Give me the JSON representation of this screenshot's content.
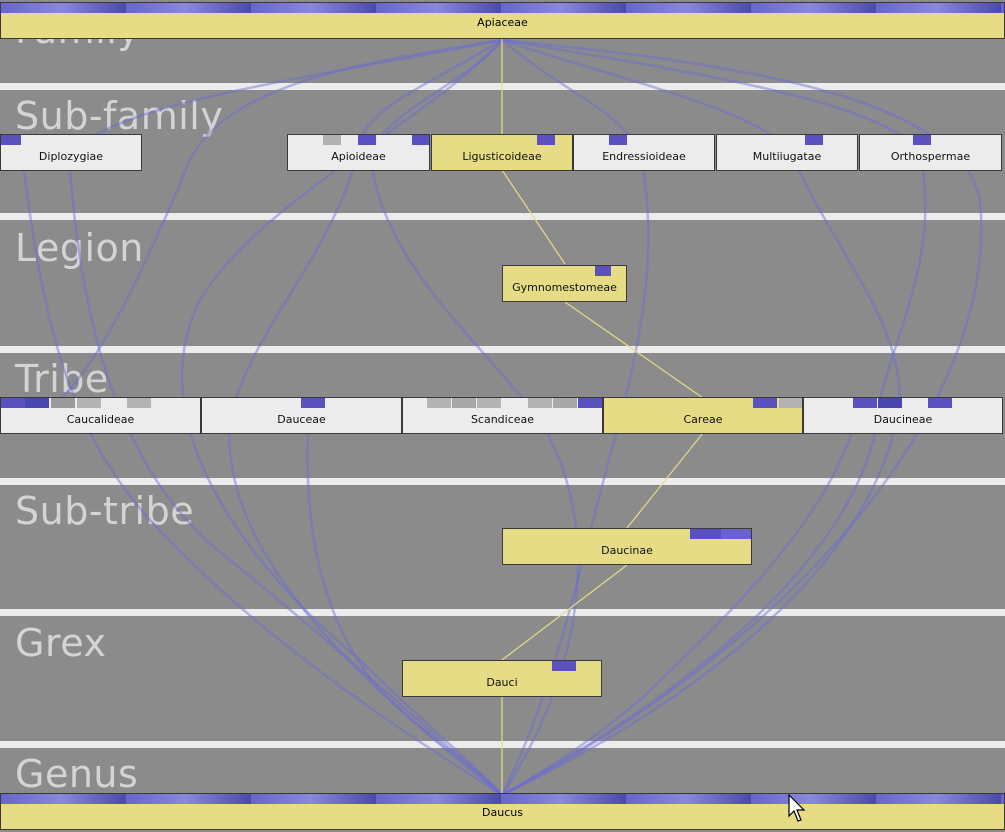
{
  "bands": [
    {
      "id": "family",
      "label": "Family"
    },
    {
      "id": "subfamily",
      "label": "Sub-family"
    },
    {
      "id": "legion",
      "label": "Legion"
    },
    {
      "id": "tribe",
      "label": "Tribe"
    },
    {
      "id": "subtribe",
      "label": "Sub-tribe"
    },
    {
      "id": "grex",
      "label": "Grex"
    },
    {
      "id": "genus",
      "label": "Genus"
    }
  ],
  "top_bar": {
    "label": "Apiaceae"
  },
  "bottom_bar": {
    "label": "Daucus"
  },
  "subfamily_nodes": [
    {
      "label": "Diplozygiae",
      "selected": false
    },
    {
      "label": "Apioideae",
      "selected": false
    },
    {
      "label": "Ligusticoideae",
      "selected": true
    },
    {
      "label": "Endressioideae",
      "selected": false
    },
    {
      "label": "Multiiugatae",
      "selected": false
    },
    {
      "label": "Orthospermae",
      "selected": false
    }
  ],
  "legion_nodes": [
    {
      "label": "Gymnomestomeae",
      "selected": true
    }
  ],
  "tribe_nodes": [
    {
      "label": "Caucalideae",
      "selected": false
    },
    {
      "label": "Dauceae",
      "selected": false
    },
    {
      "label": "Scandiceae",
      "selected": false
    },
    {
      "label": "Careae",
      "selected": true
    },
    {
      "label": "Daucineae",
      "selected": false
    }
  ],
  "subtribe_nodes": [
    {
      "label": "Daucinae",
      "selected": true
    }
  ],
  "grex_nodes": [
    {
      "label": "Dauci",
      "selected": true
    }
  ],
  "colors": {
    "selected": "#e6dc86",
    "node": "#ececec",
    "marker": "#5a50c0",
    "path": "#6b6bd6",
    "band": "#8b8b8b"
  }
}
